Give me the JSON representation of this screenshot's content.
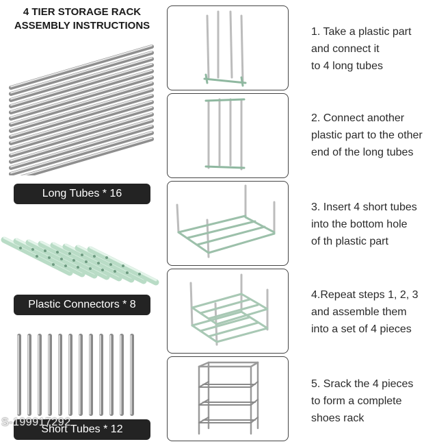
{
  "header": {
    "line1": "4 TIER STORAGE RACK",
    "line2": "ASSEMBLY INSTRUCTIONS"
  },
  "parts": [
    {
      "label": "Long Tubes * 16"
    },
    {
      "label": "Plastic Connectors * 8"
    },
    {
      "label": "Short Tubes * 12"
    }
  ],
  "steps": [
    {
      "l1": "1. Take a plastic part",
      "l2": "and connect it",
      "l3": "to 4 long tubes"
    },
    {
      "l1": "2. Connect another",
      "l2": "plastic part to the other",
      "l3": "end of the long tubes"
    },
    {
      "l1": "3. Insert 4 short tubes",
      "l2": "into the bottom hole",
      "l3": "of th plastic part"
    },
    {
      "l1": "4.Repeat steps 1, 2, 3",
      "l2": "and assemble them",
      "l3": "into a set of 4 pieces"
    },
    {
      "l1": "5. Srack the 4 pieces",
      "l2": "to form a complete",
      "l3": "shoes rack"
    }
  ],
  "watermark": "S-199917292"
}
